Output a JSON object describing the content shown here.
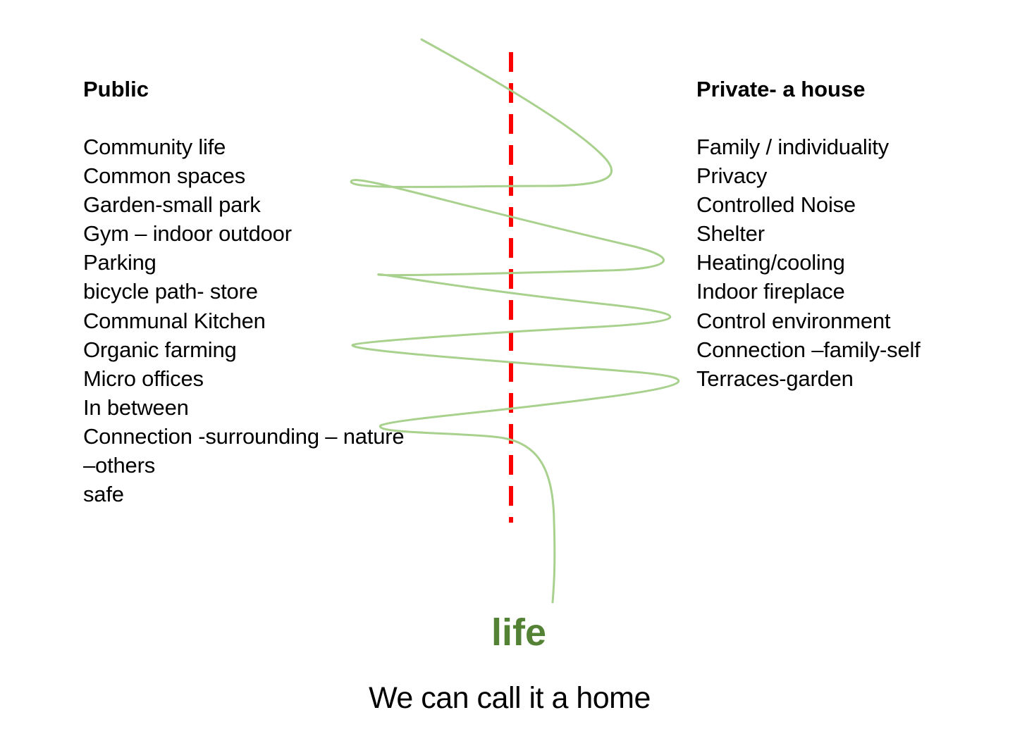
{
  "public": {
    "heading": "Public",
    "items": [
      "Community life",
      "Common spaces",
      "Garden-small park",
      "Gym – indoor outdoor",
      "Parking",
      "bicycle path- store",
      "Communal Kitchen",
      "Organic farming",
      "Micro offices",
      "In between",
      "Connection -surrounding – nature",
      "–others",
      "safe"
    ]
  },
  "private": {
    "heading": "Private- a house",
    "items": [
      "Family / individuality",
      "Privacy",
      "Controlled Noise",
      "Shelter",
      "Heating/cooling",
      "Indoor fireplace",
      "Control environment",
      "Connection –family-self",
      "Terraces-garden"
    ]
  },
  "center": {
    "label": "life",
    "caption": "We can call it a home"
  },
  "colors": {
    "text": "#000000",
    "divider": "#ff0000",
    "life_line": "#a9d18e",
    "life_label": "#548235"
  }
}
